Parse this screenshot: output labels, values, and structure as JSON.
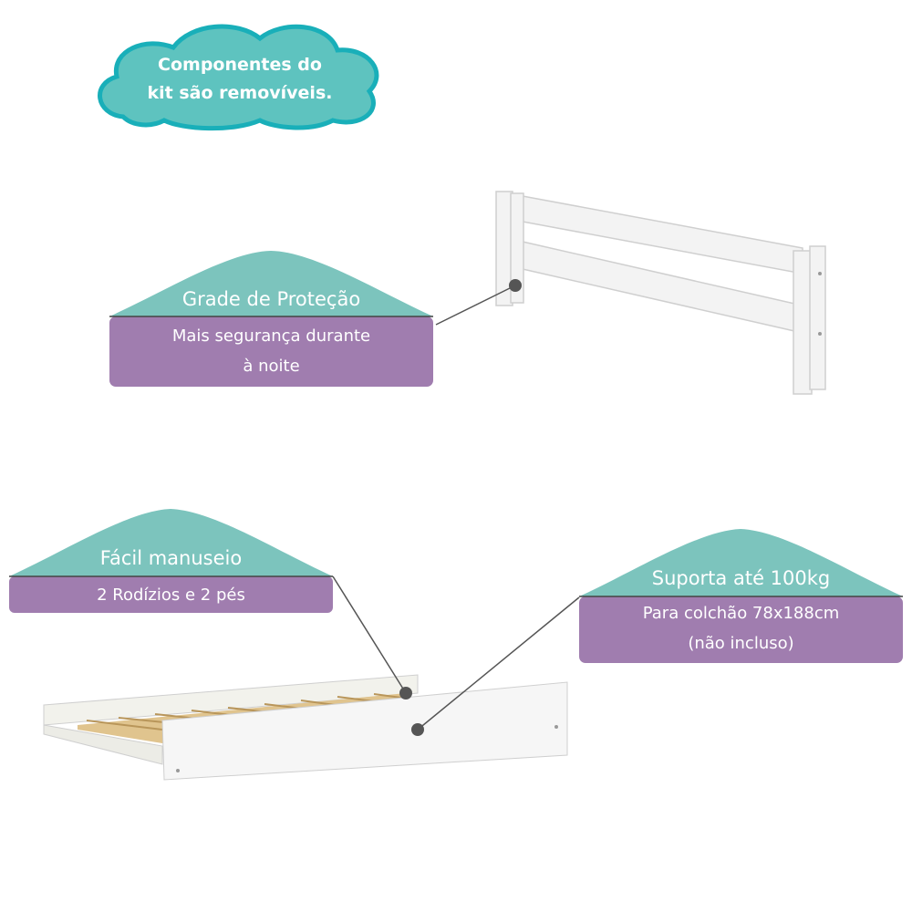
{
  "cloud": {
    "line1": "Componentes do",
    "line2": "kit são removíveis."
  },
  "callouts": [
    {
      "title": "Grade de Proteção",
      "lines": [
        "Mais segurança durante",
        "à noite"
      ]
    },
    {
      "title": "Fácil manuseio",
      "lines": [
        "2 Rodízios e 2 pés"
      ]
    },
    {
      "title": "Suporta até 100kg",
      "lines": [
        "Para colchão 78x188cm",
        "(não incluso)"
      ]
    }
  ],
  "colors": {
    "teal": "#7cc4bd",
    "cloud_fill": "#5ec3bf",
    "cloud_stroke": "#19afb9",
    "purple": "#a07daf",
    "line": "#555555"
  }
}
